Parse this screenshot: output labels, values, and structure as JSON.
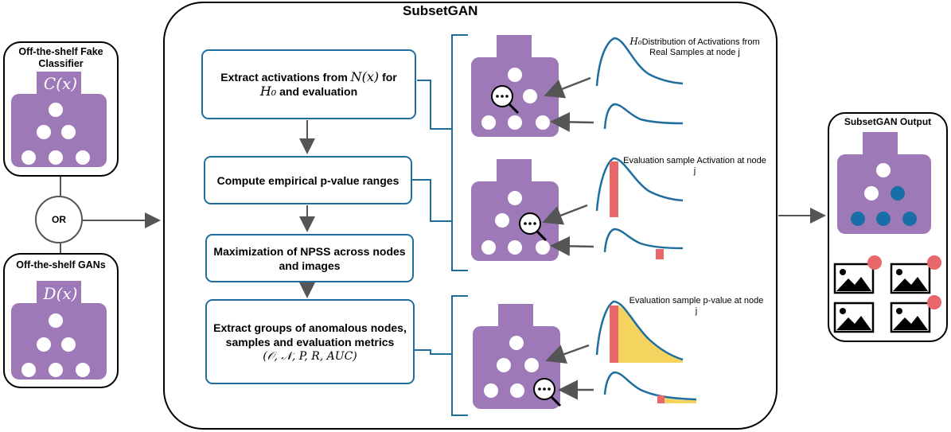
{
  "main_title": "SubsetGAN",
  "left": {
    "classifier_title": "Off-the-shelf  Fake Classifier",
    "classifier_label": "C(x)",
    "or_label": "OR",
    "gan_title": "Off-the-shelf GANs",
    "gan_label": "D(x)"
  },
  "steps": [
    {
      "text": "Extract activations from",
      "math": "N(x)",
      "text2": "for",
      "math2": "H₀",
      "text3": "and evaluation"
    },
    {
      "text": "Compute empirical p-value ranges"
    },
    {
      "text": "Maximization of NPSS across nodes and images"
    },
    {
      "text": "Extract groups of anomalous nodes, samples and evaluation metrics",
      "math": "(𝒪, 𝒩, P, R, AUC)"
    }
  ],
  "notes": {
    "h0_prefix": "H₀",
    "h0": "Distribution of Activations from Real Samples at node j",
    "eval_activation": "Evaluation sample Activation at node j",
    "eval_pvalue": "Evaluation sample p-value at node j"
  },
  "output": {
    "title": "SubsetGAN Output"
  },
  "colors": {
    "net_purple": "#9e79b8",
    "flow_blue": "#1f6e9e",
    "anomalous_blue": "#1a6ea8",
    "activation_red": "#e8676b",
    "pvalue_yellow": "#f4d35e",
    "arrow_gray": "#555555"
  }
}
